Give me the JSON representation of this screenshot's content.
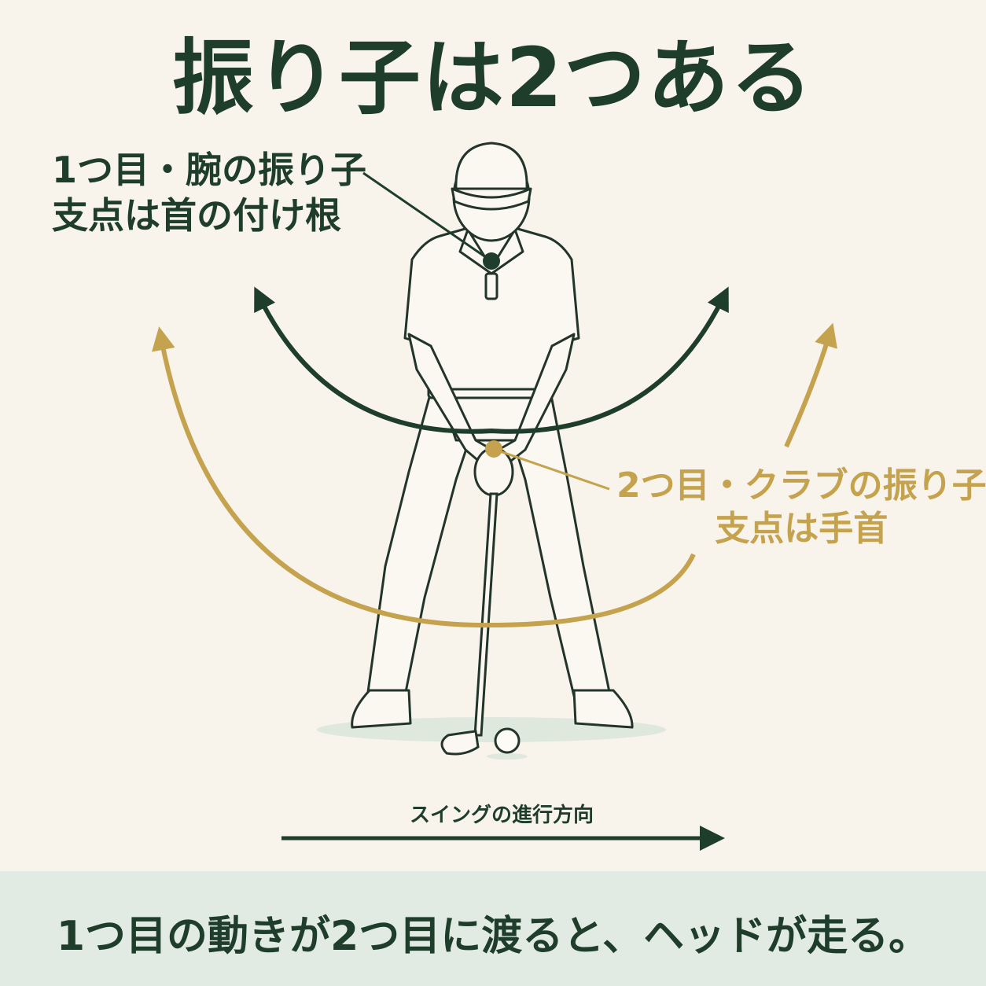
{
  "title": "振り子は2つある",
  "pendulum_1": {
    "line1": "1つ目・腕の振り子",
    "line2": "支点は首の付け根",
    "color": "#1f3d2b"
  },
  "pendulum_2": {
    "line1": "2つ目・クラブの振り子",
    "line2": "支点は手首",
    "color": "#c4a24e"
  },
  "direction_label": "スイングの進行方向",
  "footer_text": "1つ目の動きが2つ目に渡ると、ヘッドが走る。",
  "colors": {
    "background": "#f8f4ec",
    "dark_green": "#1f3d2b",
    "gold": "#c4a24e",
    "footer_bg": "#e2ebe3",
    "line_art": "#23352a"
  }
}
